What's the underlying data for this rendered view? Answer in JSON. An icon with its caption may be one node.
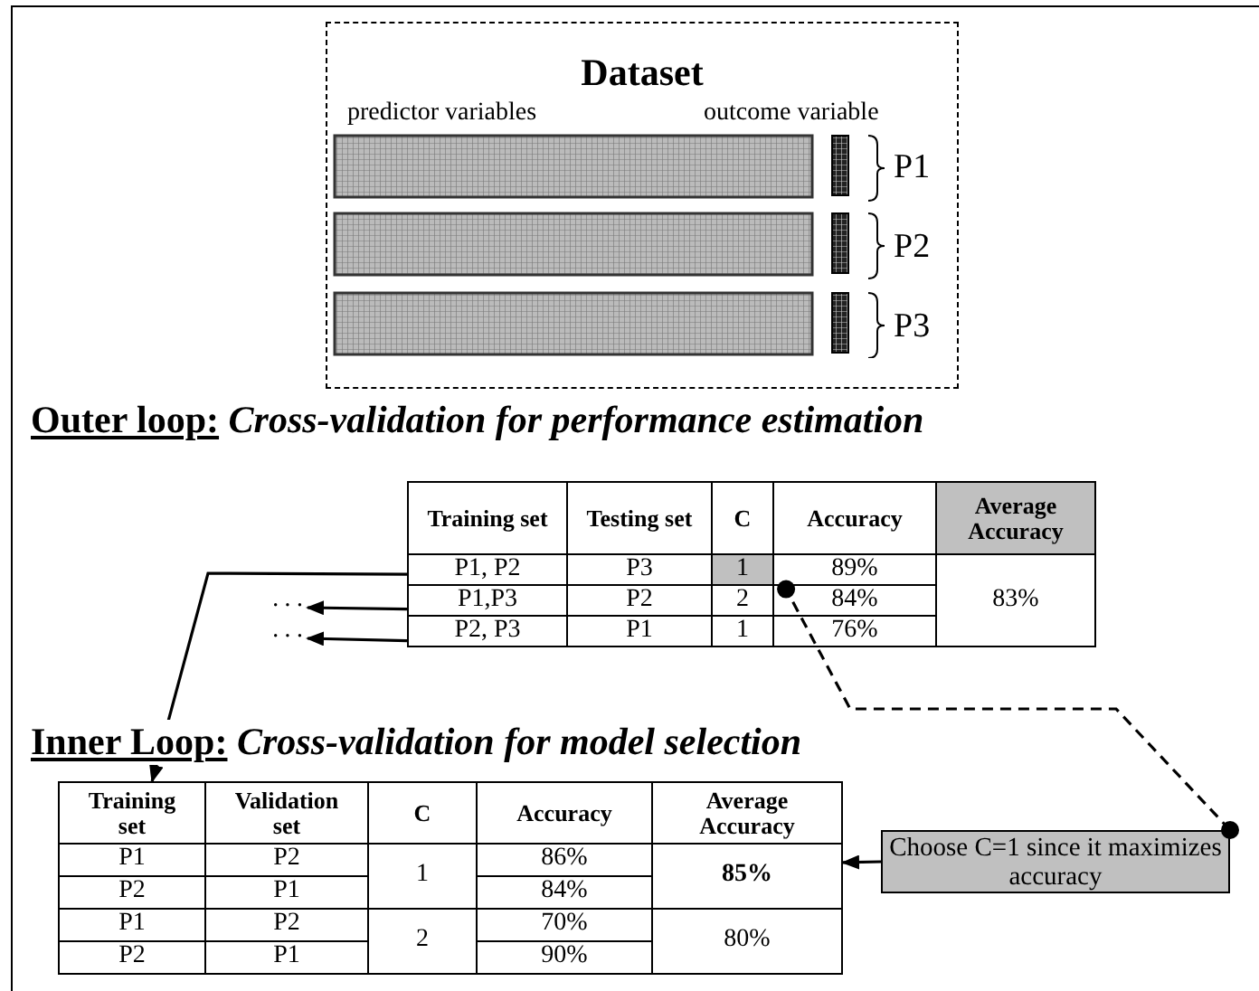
{
  "diagram": {
    "nodes": [
      {
        "text": [
          "Dataset"
        ]
      },
      {
        "text": [
          "Training set",
          "Testing set",
          "C",
          "Accuracy",
          "Average Accuracy",
          "P1, P2",
          "P3",
          "1",
          "89%",
          "83%",
          "P1,P3",
          "P2",
          "2",
          "84%",
          "P2, P3",
          "P1",
          "1",
          "76%"
        ]
      },
      {
        "text": [
          "···"
        ]
      },
      {
        "text": [
          "···"
        ]
      },
      {
        "text": [
          "Training set",
          "Validation set",
          "C",
          "Accuracy",
          "Average Accuracy",
          "P1",
          "P2",
          "1",
          "86%",
          "85%",
          "P2",
          "P1",
          "84%",
          "P1",
          "P2",
          "2",
          "70%",
          "80%",
          "P2",
          "P1",
          "90%"
        ]
      },
      {
        "text": [
          "Choose C=1 since it maximizes accuracy"
        ]
      }
    ],
    "edges": [
      {
        "from": 1,
        "to": 4,
        "arrow": "to"
      },
      {
        "from": 1,
        "to": 2,
        "arrow": "to"
      },
      {
        "from": 1,
        "to": 3,
        "arrow": "to"
      },
      {
        "from": 5,
        "to": 1,
        "arrow": "other",
        "style": "dashed"
      },
      {
        "from": 5,
        "to": 4,
        "arrow": "to"
      }
    ],
    "labels": [
      "predictor variables",
      "outcome variable",
      "P1",
      "P2",
      "P3",
      "**Outer loop:** *Cross-validation for performance estimation*",
      "**Inner Loop:** *Cross-validation for model selection*"
    ]
  }
}
